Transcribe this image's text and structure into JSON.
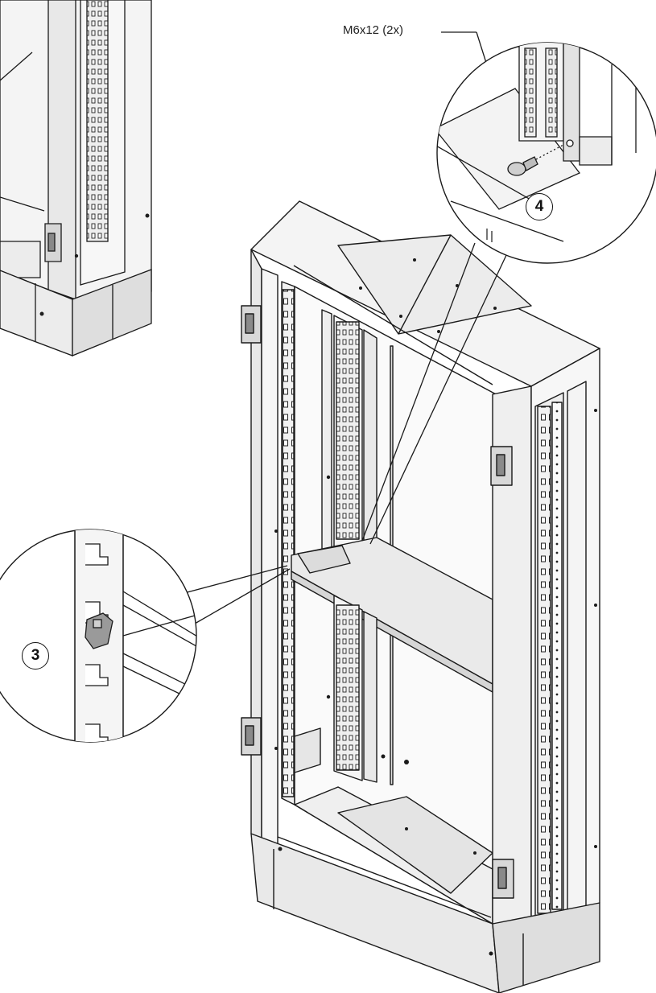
{
  "diagram": {
    "callouts": {
      "screw_label": "M6x12 (2x)"
    },
    "steps": [
      {
        "number": "3"
      },
      {
        "number": "4"
      }
    ],
    "colors": {
      "line": "#1a1a1a",
      "frame_light": "#f4f4f4",
      "frame_mid": "#e6e6e6",
      "frame_dark": "#d2d2d2",
      "bracket_fill": "#8f8f8f"
    }
  }
}
